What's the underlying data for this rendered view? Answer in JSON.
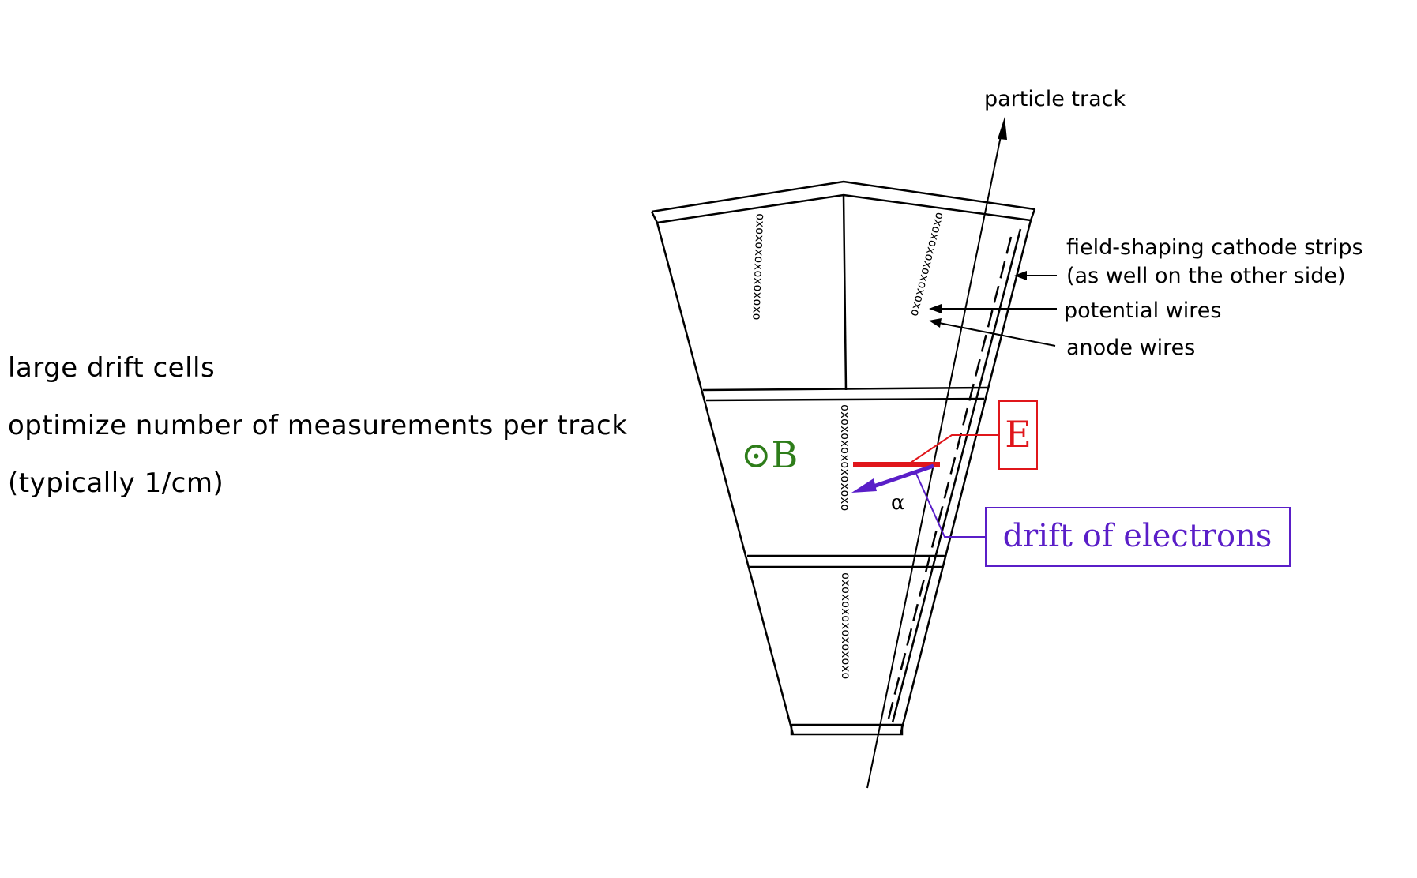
{
  "text_points": [
    "large drift cells",
    "optimize number of measurements per track",
    "(typically 1/cm)"
  ],
  "diagram": {
    "labels": {
      "particle_track": "particle track",
      "cathode_strips_line1": "field-shaping cathode strips",
      "cathode_strips_line2": "(as well on the other side)",
      "potential_wires": "potential wires",
      "anode_wires": "anode wires",
      "magnetic_field": "⊙B",
      "field_e": "E",
      "drift_label": "drift of electrons",
      "angle": "α"
    },
    "wire_pattern": {
      "top_left_column": "oxoxoxoxoxoxoxo",
      "top_right_column": "oxoxoxoxoxoxoxo",
      "middle_column": "oxoxoxoxoxoxoxo",
      "bottom_column": "oxoxoxoxoxoxoxo"
    },
    "colors": {
      "field_e": "#e0161b",
      "drift": "#5a1ec8",
      "magnetic_field": "#2e7d1a",
      "structure": "#000000"
    }
  }
}
